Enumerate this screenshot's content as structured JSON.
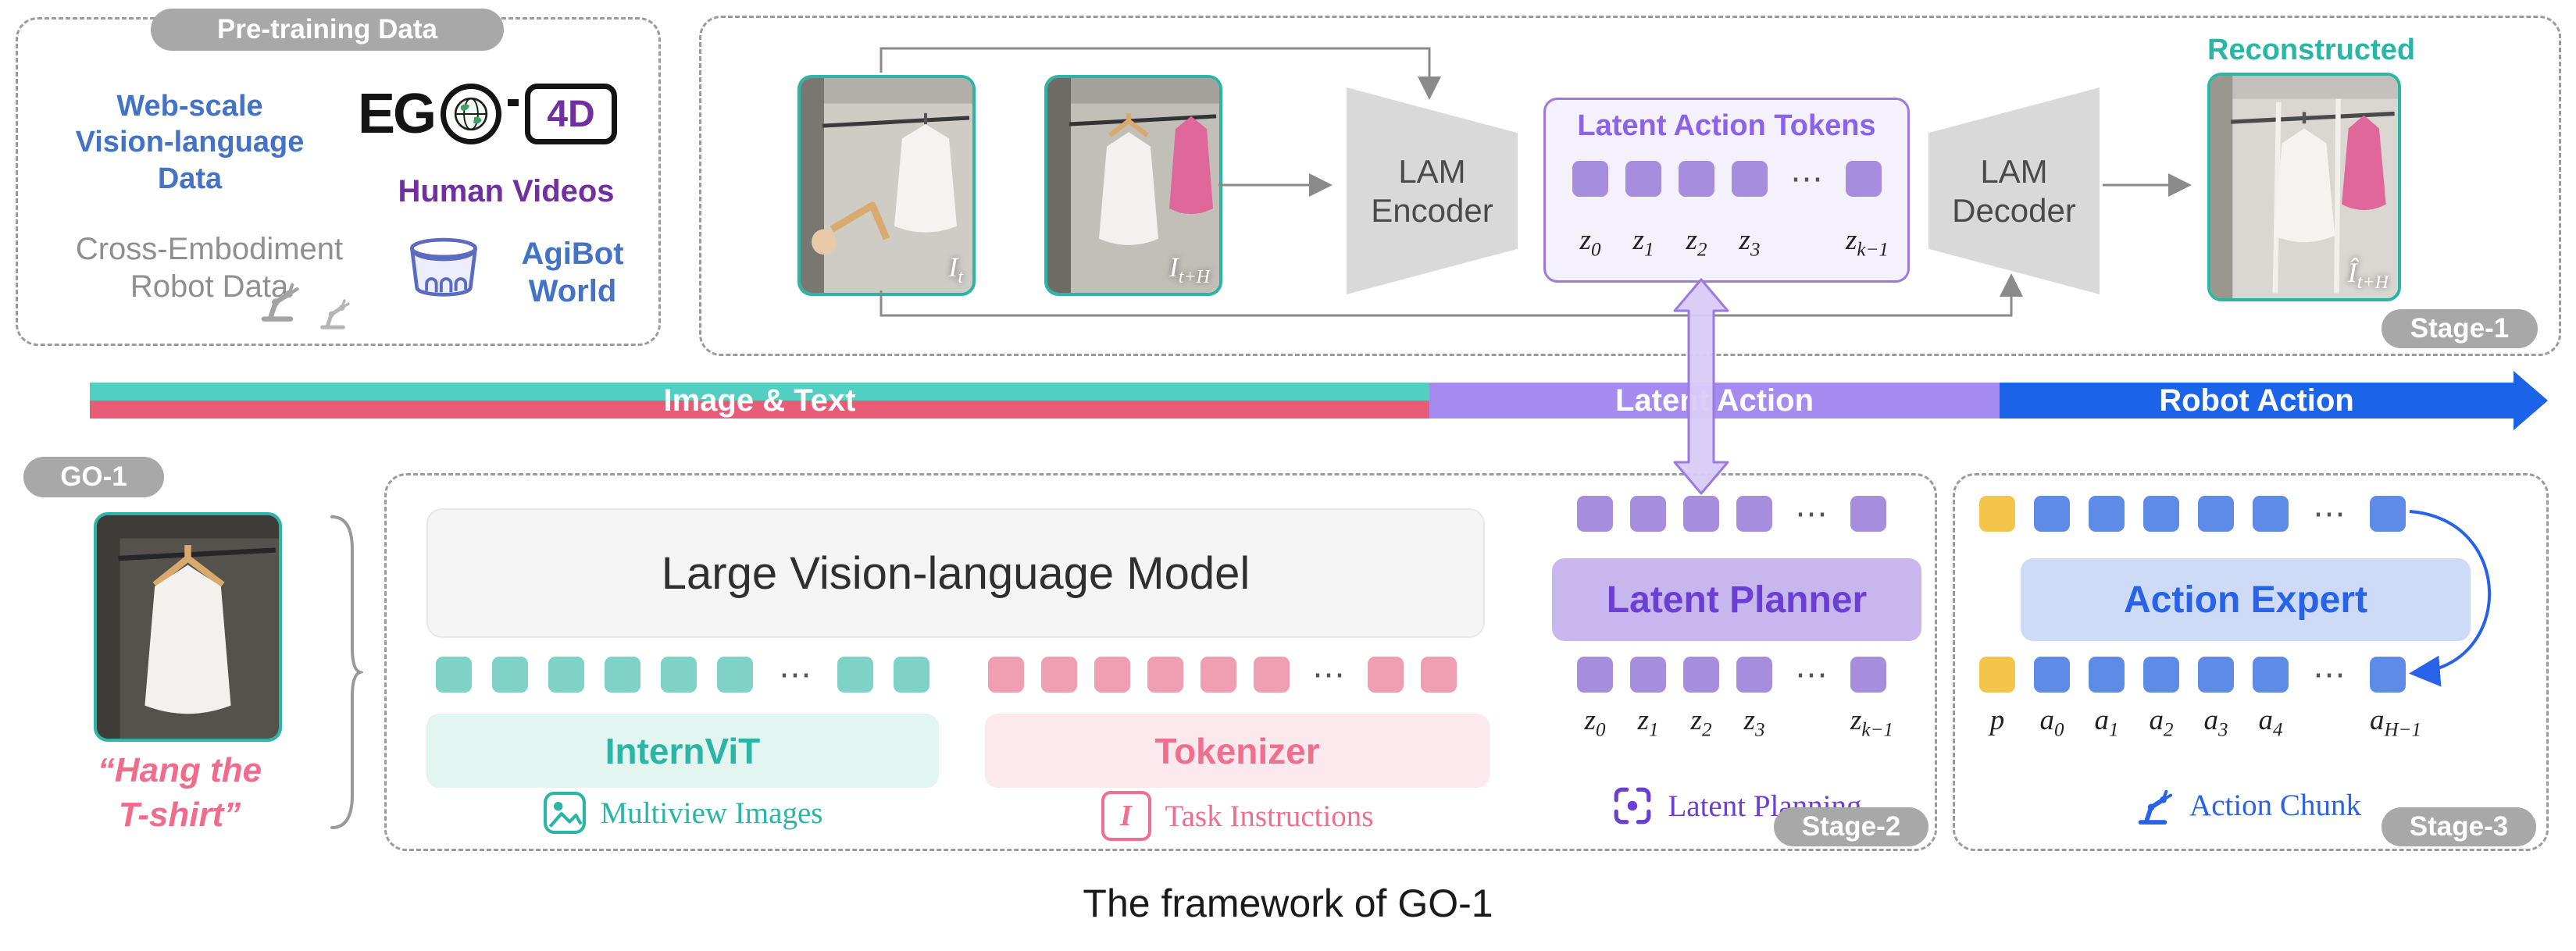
{
  "caption": "The framework of GO-1",
  "dots": "⋯",
  "colors": {
    "teal": "#2ab5a5",
    "pink": "#ee6f8e",
    "purple": "#6b3fd4",
    "blue": "#2862e9",
    "yellow": "#f3c64b",
    "gray_badge": "#a8a8a8",
    "bar_image_text_top": "#52cec2",
    "bar_image_text_bottom": "#e85c78",
    "bar_latent": "#a58bf0",
    "bar_robot": "#1b63e8"
  },
  "pretraining": {
    "title": "Pre-training Data",
    "web_scale": "Web-scale\nVision-language\nData",
    "ego_eg": "EG",
    "ego_4d": "4D",
    "human_videos": "Human Videos",
    "cross_embodiment": "Cross-Embodiment\nRobot Data",
    "agibot": "AgiBot\nWorld"
  },
  "stage1": {
    "badge": "Stage-1",
    "encoder": "LAM\nEncoder",
    "decoder": "LAM\nDecoder",
    "latent_tokens_title": "Latent Action Tokens",
    "reconstructed_label": "Reconstructed",
    "img_t": {
      "b": "I",
      "s": "t"
    },
    "img_th": {
      "b": "I",
      "s": "t+H"
    },
    "img_rec": {
      "b": "Î",
      "s": "t+H"
    }
  },
  "z_labels": [
    {
      "b": "z",
      "s": "0"
    },
    {
      "b": "z",
      "s": "1"
    },
    {
      "b": "z",
      "s": "2"
    },
    {
      "b": "z",
      "s": "3"
    },
    {
      "b": "z",
      "s": "k−1"
    }
  ],
  "bar": {
    "image_text": "Image & Text",
    "latent_action": "Latent Action",
    "robot_action": "Robot Action"
  },
  "go1": {
    "badge": "GO-1",
    "instruction": "“Hang the\nT-shirt”"
  },
  "stage2": {
    "badge": "Stage-2",
    "vlm_title": "Large Vision-language Model",
    "internvit": "InternViT",
    "tokenizer": "Tokenizer",
    "multiview_images": "Multiview Images",
    "task_instructions": "Task Instructions",
    "instruction_icon_letter": "I",
    "latent_planner": "Latent Planner",
    "latent_planning": "Latent Planning"
  },
  "stage3": {
    "badge": "Stage-3",
    "action_expert": "Action Expert",
    "action_chunk": "Action Chunk",
    "p_label": {
      "b": "p",
      "s": ""
    },
    "a_labels": [
      {
        "b": "a",
        "s": "0"
      },
      {
        "b": "a",
        "s": "1"
      },
      {
        "b": "a",
        "s": "2"
      },
      {
        "b": "a",
        "s": "3"
      },
      {
        "b": "a",
        "s": "4"
      },
      {
        "b": "a",
        "s": "H−1"
      }
    ]
  }
}
